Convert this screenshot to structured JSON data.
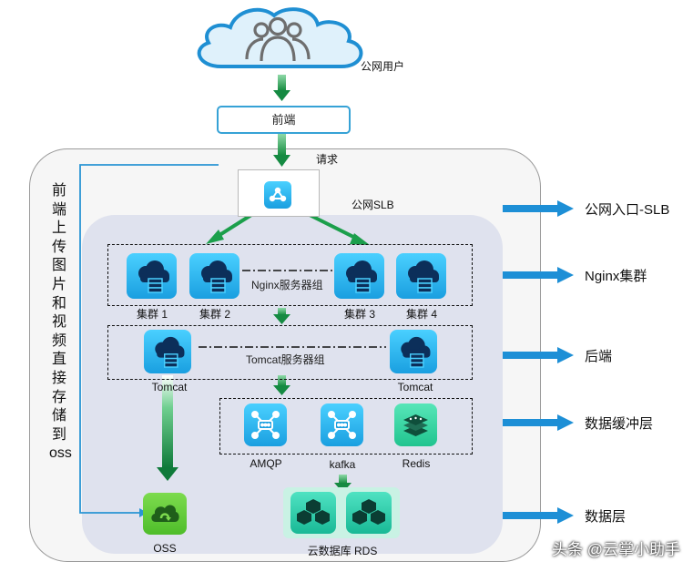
{
  "cloud": {
    "label": "公网用户"
  },
  "frontend": {
    "label": "前端"
  },
  "request_label": "请求",
  "slb": {
    "label": "公网SLB"
  },
  "nginx": {
    "group_label": "Nginx服务器组",
    "clusters": [
      "集群 1",
      "集群 2",
      "集群 3",
      "集群 4"
    ]
  },
  "tomcat": {
    "group_label": "Tomcat服务器组",
    "servers": [
      "Tomcat",
      "Tomcat"
    ]
  },
  "buffer": {
    "items": [
      "AMQP",
      "kafka",
      "Redis"
    ]
  },
  "storage": {
    "oss_label": "OSS",
    "rds_label": "云数据库 RDS"
  },
  "side_note": "前端上传图片和视频直接存储到oss",
  "layers": [
    "公网入口-SLB",
    "Nginx集群",
    "后端",
    "数据缓冲层",
    "数据层"
  ],
  "watermark": "头条 @云掌小助手",
  "colors": {
    "arrow_green": "#1fa84f",
    "arrow_blue": "#1d8fd6",
    "tile_blue": "#2bb3f0",
    "tile_green": "#2fd19c"
  }
}
